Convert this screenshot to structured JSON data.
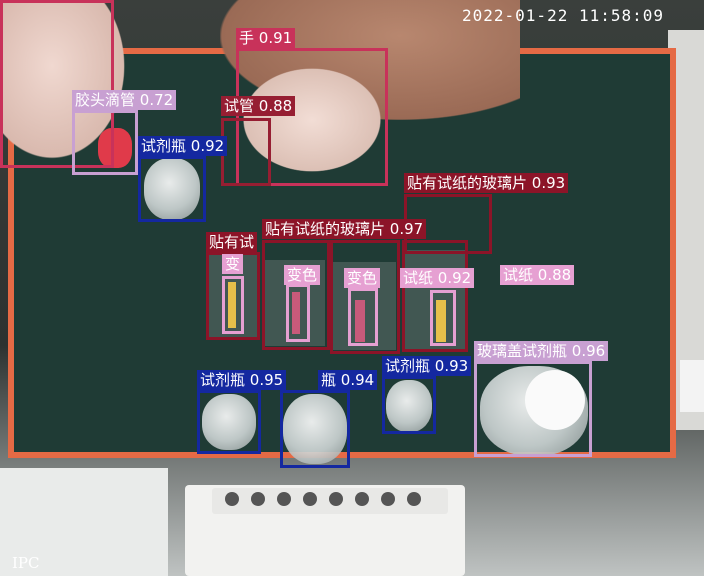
{
  "overlay": {
    "timestamp": "2022-01-22 11:58:09",
    "watermark": "IPC"
  },
  "colors": {
    "hand": "#c8325a",
    "dropper": "#c8a0d2",
    "tube": "#961e32",
    "bottle": "#1428a0",
    "slide": "#8c1428",
    "paper": "#e6a0d2",
    "color_change": "#e6a0d2",
    "lid_bottle": "#c8a0d2"
  },
  "detections": [
    {
      "label": "手",
      "score": "0.91",
      "kind": "hand"
    },
    {
      "label": "胶头滴管",
      "score": "0.72",
      "kind": "dropper"
    },
    {
      "label": "试管",
      "score": "0.88",
      "kind": "tube"
    },
    {
      "label": "试剂瓶",
      "score": "0.92",
      "kind": "bottle"
    },
    {
      "label": "贴有试纸的玻璃片",
      "score": "0.93",
      "kind": "slide"
    },
    {
      "label": "贴有试",
      "score": "",
      "kind": "slide"
    },
    {
      "label": "贴有试纸的玻璃片",
      "score": "0.97",
      "kind": "slide"
    },
    {
      "label": "变",
      "score": "",
      "kind": "color_change"
    },
    {
      "label": "变色",
      "score": "",
      "kind": "color_change"
    },
    {
      "label": "变色",
      "score": "",
      "kind": "color_change"
    },
    {
      "label": "试纸",
      "score": "0.92",
      "kind": "paper"
    },
    {
      "label": "试纸",
      "score": "0.88",
      "kind": "paper"
    },
    {
      "label": "玻璃盖试剂瓶",
      "score": "0.96",
      "kind": "lid_bottle"
    },
    {
      "label": "试剂瓶",
      "score": "0.95",
      "kind": "bottle"
    },
    {
      "label": "瓶",
      "score": "0.94",
      "kind": "bottle"
    },
    {
      "label": "试剂瓶",
      "score": "0.93",
      "kind": "bottle"
    }
  ]
}
